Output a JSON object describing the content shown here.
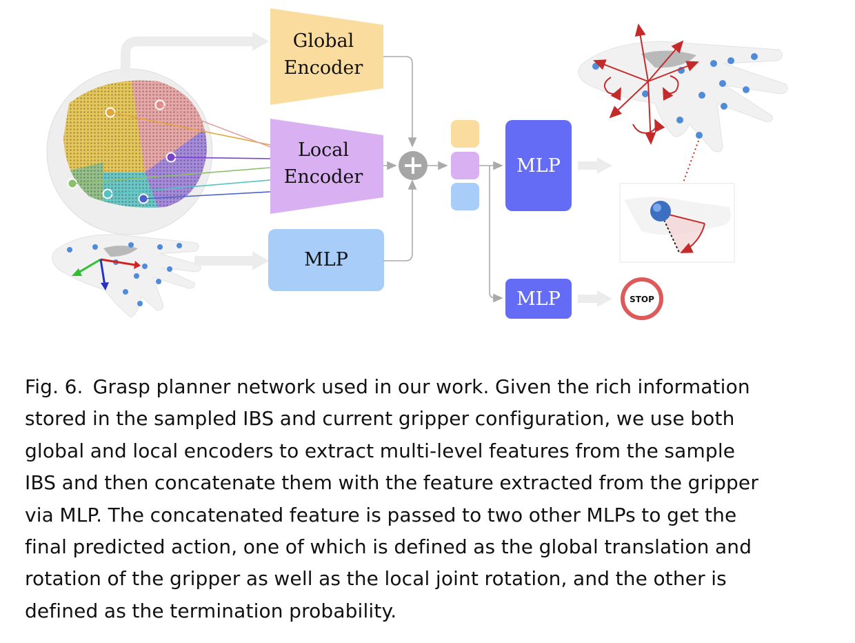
{
  "diagram": {
    "nodes": {
      "global_encoder": [
        "Global",
        "Encoder"
      ],
      "local_encoder": [
        "Local",
        "Encoder"
      ],
      "gripper_mlp": "MLP",
      "action_mlp": "MLP",
      "stop_mlp": "MLP",
      "stop_sign": "STOP"
    },
    "colors": {
      "global_encoder": "#f9dc9e",
      "local_encoder": "#d9b0f2",
      "gripper_mlp": "#a7cdf8",
      "output_mlp": "#646cf5",
      "stop_ring": "#dd5a5a",
      "rotation_arrows": "#c42a2a",
      "joint_dot": "#4f8bd8"
    }
  },
  "caption": {
    "label": "Fig. 6.",
    "lines": [
      "Grasp planner network used in our work. Given the rich information",
      "stored in the sampled IBS and current gripper configuration, we use both",
      "global and local encoders to extract multi-level features from the sample",
      "IBS and then concatenate them with the feature extracted from the gripper",
      "via MLP. The concatenated feature is passed to two other MLPs to get the",
      "final predicted action, one of which is defined as the global translation and",
      "rotation of the gripper as well as the local joint rotation, and the other is",
      "defined as the termination probability."
    ]
  }
}
